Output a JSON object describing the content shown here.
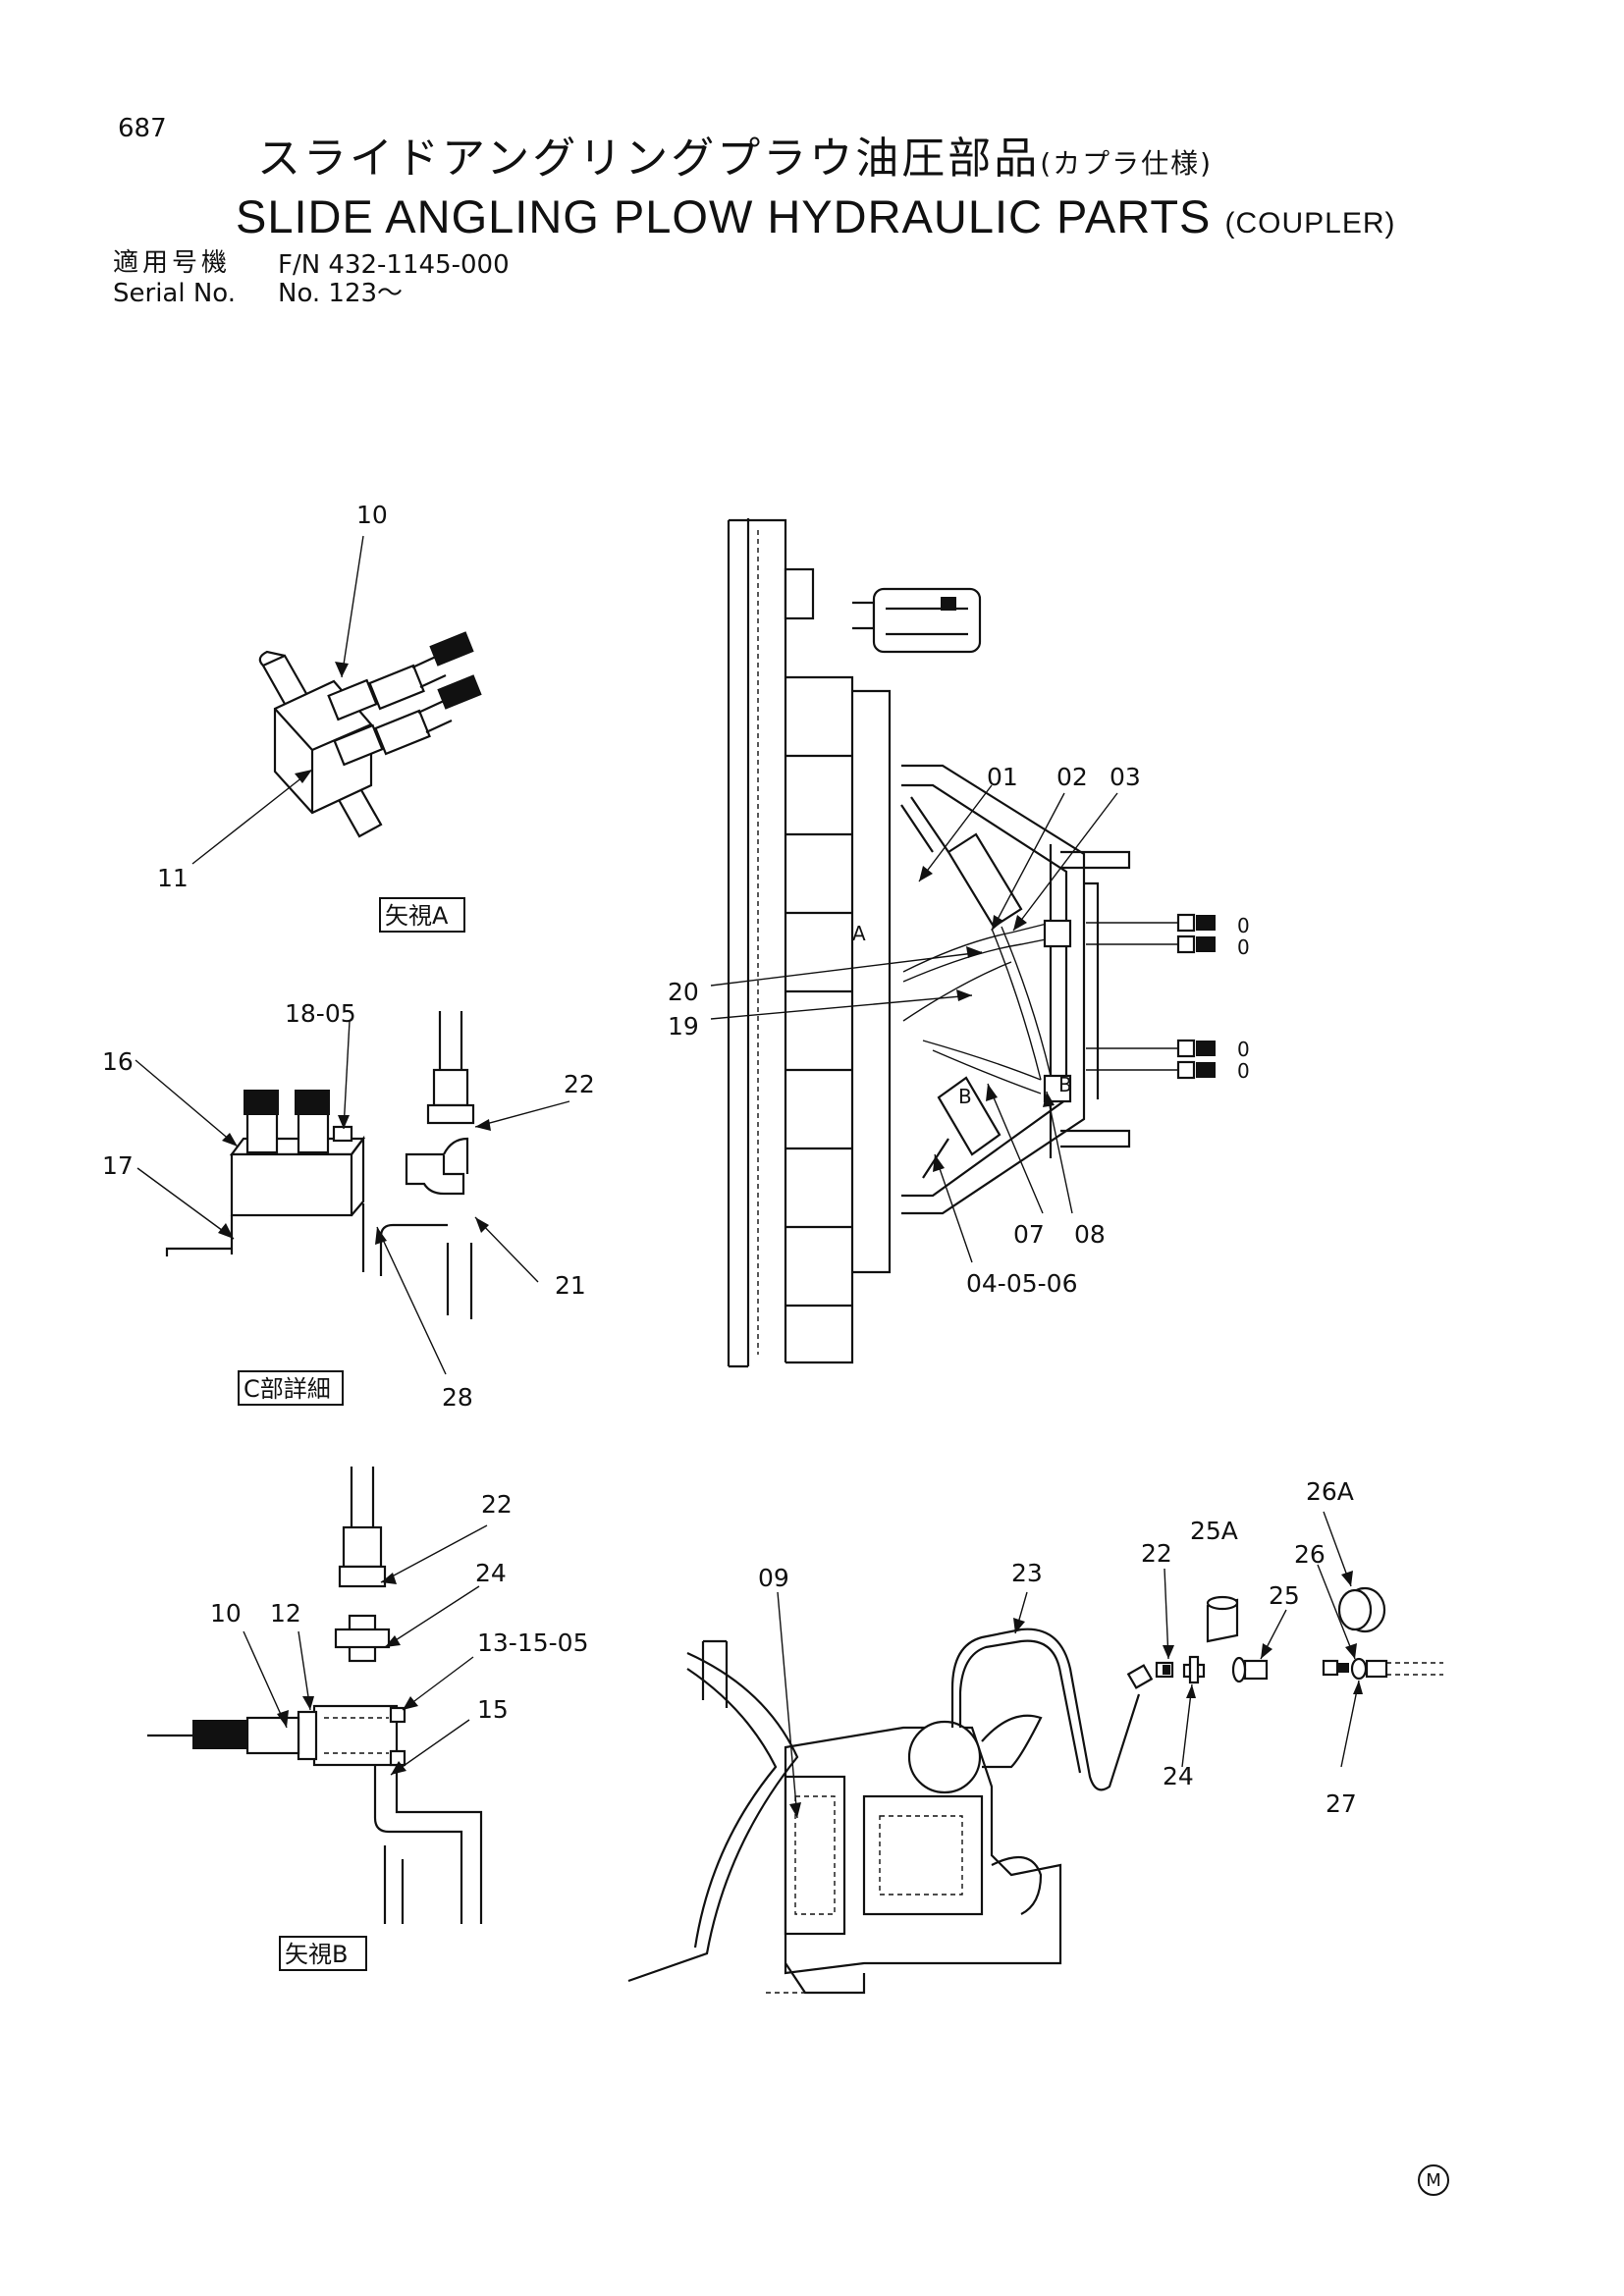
{
  "page_number": "687",
  "title_jp": "スライドアングリングプラウ油圧部品",
  "title_jp_sub": "(カプラ仕様)",
  "title_en": "SLIDE ANGLING PLOW HYDRAULIC PARTS",
  "title_en_sub": "(COUPLER)",
  "applicable_label": "適用号機",
  "applicable_value": "F/N 432-1145-000",
  "serial_label": "Serial No.",
  "serial_value": "No. 123～",
  "views": {
    "view_a": "矢視A",
    "detail_c": "C部詳細",
    "view_b": "矢視B"
  },
  "view_letters": {
    "a": "A",
    "b": "B"
  },
  "port_zeros": [
    "0",
    "0",
    "0",
    "0"
  ],
  "part_labels": {
    "p10_top": "10",
    "p11": "11",
    "p16": "16",
    "p17": "17",
    "p18_05": "18-05",
    "p22_c": "22",
    "p21": "21",
    "p28": "28",
    "p01": "01",
    "p02": "02",
    "p03": "03",
    "p20": "20",
    "p19": "19",
    "p07": "07",
    "p08": "08",
    "p04_05_06": "04-05-06",
    "p22_b": "22",
    "p24_b": "24",
    "p10_b": "10",
    "p12": "12",
    "p13_15_05": "13-15-05",
    "p15": "15",
    "p09": "09",
    "p23": "23",
    "p22_e": "22",
    "p25A": "25A",
    "p25": "25",
    "p26A": "26A",
    "p26": "26",
    "p24_e": "24",
    "p27": "27"
  },
  "corner_mark": "M"
}
